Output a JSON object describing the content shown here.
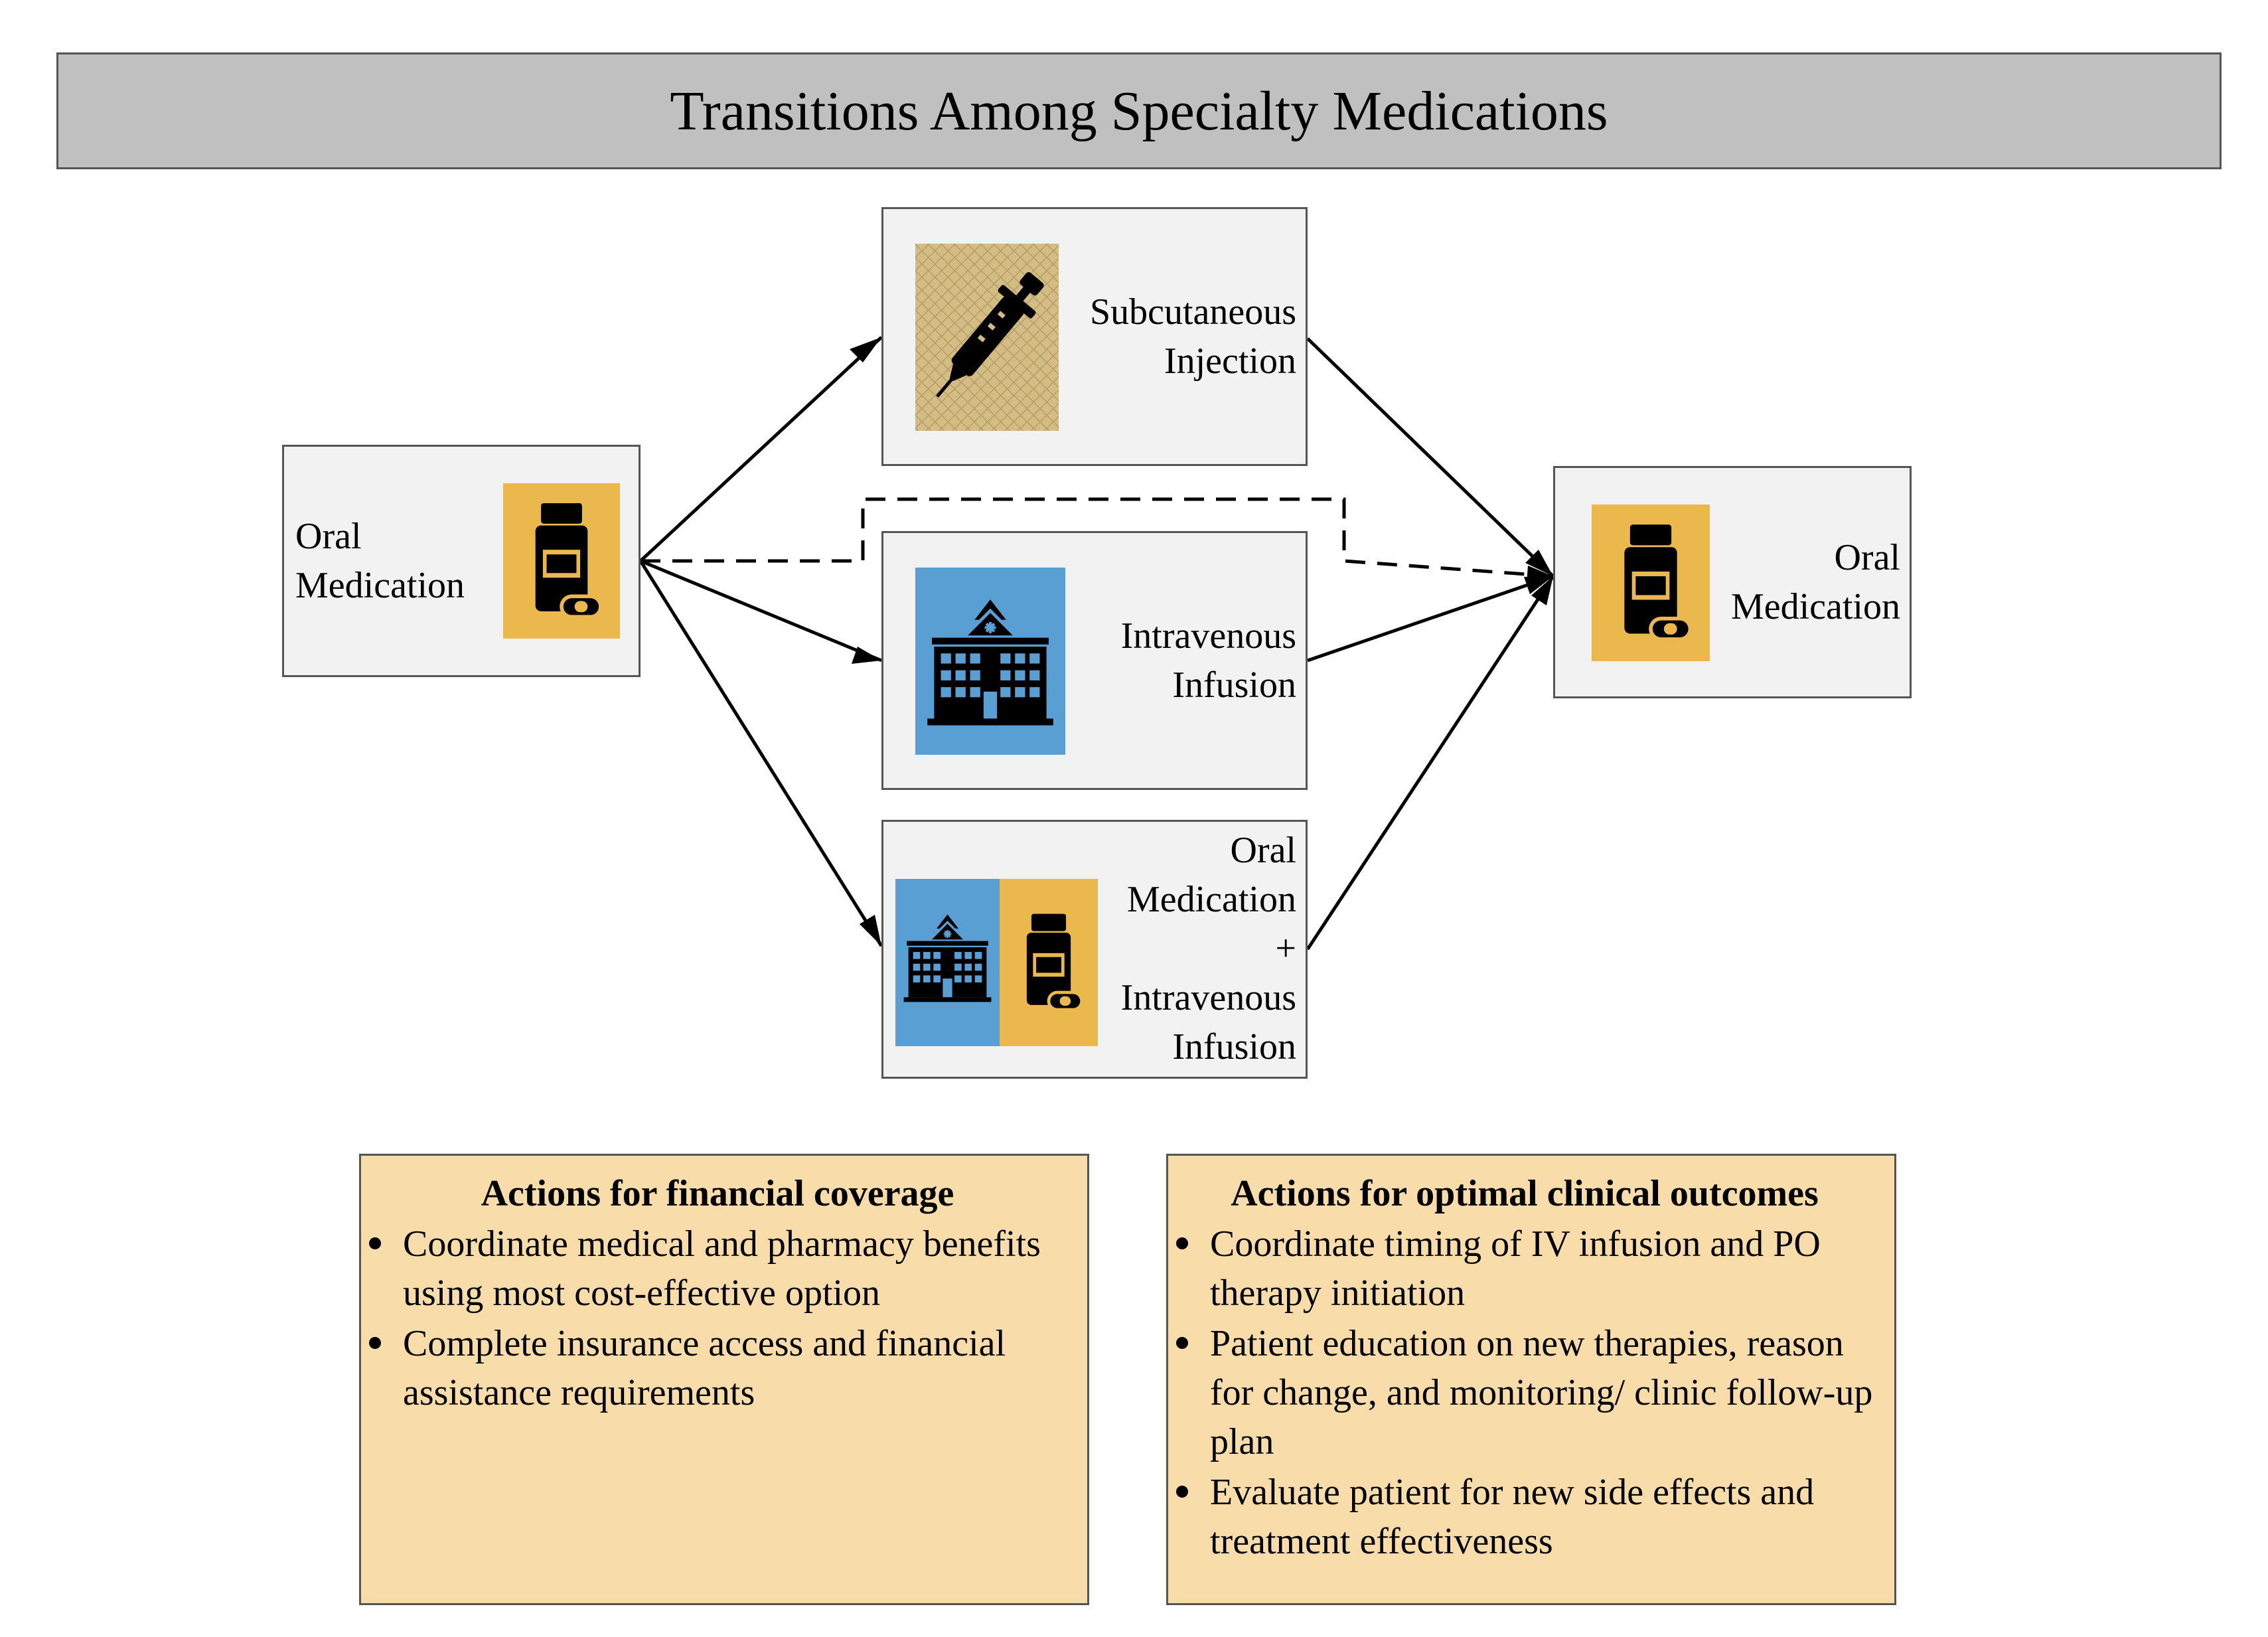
{
  "title": "Transitions Among Specialty Medications",
  "colors": {
    "title_bg": "#c0c0c0",
    "node_bg": "#f2f2f2",
    "action_bg": "#f8dcaa",
    "pill_tile": "#ebb84d",
    "hospital_tile": "#5a9fd4",
    "injection_tile": "#d4bd85"
  },
  "nodes": {
    "oral_left": {
      "lines": [
        "Oral",
        "Medication"
      ],
      "icon": "pill-bottle-icon"
    },
    "subcutaneous": {
      "lines": [
        "Subcutaneous",
        "Injection"
      ],
      "icon": "syringe-icon"
    },
    "intravenous": {
      "lines": [
        "Intravenous",
        "Infusion"
      ],
      "icon": "hospital-icon"
    },
    "combo": {
      "lines": [
        "Oral",
        "Medication",
        "+",
        "Intravenous",
        "Infusion"
      ],
      "icons": [
        "hospital-icon",
        "pill-bottle-icon"
      ]
    },
    "oral_right": {
      "lines": [
        "Oral",
        "Medication"
      ],
      "icon": "pill-bottle-icon"
    }
  },
  "edges": [
    {
      "from": "oral_left",
      "to": "subcutaneous",
      "style": "solid"
    },
    {
      "from": "oral_left",
      "to": "intravenous",
      "style": "solid"
    },
    {
      "from": "oral_left",
      "to": "combo",
      "style": "solid"
    },
    {
      "from": "subcutaneous",
      "to": "oral_right",
      "style": "solid"
    },
    {
      "from": "intravenous",
      "to": "oral_right",
      "style": "solid"
    },
    {
      "from": "combo",
      "to": "oral_right",
      "style": "solid"
    },
    {
      "from": "oral_left",
      "to": "oral_right",
      "style": "dashed"
    }
  ],
  "actions": {
    "financial": {
      "title": "Actions for financial coverage",
      "items": [
        "Coordinate medical and pharmacy benefits using most cost-effective option",
        "Complete insurance access and financial assistance requirements"
      ]
    },
    "clinical": {
      "title": "Actions for optimal clinical outcomes",
      "items": [
        "Coordinate timing of IV infusion and PO therapy initiation",
        "Patient education on new therapies, reason for change, and monitoring/ clinic follow-up plan",
        "Evaluate patient for new side effects and treatment effectiveness"
      ]
    }
  }
}
